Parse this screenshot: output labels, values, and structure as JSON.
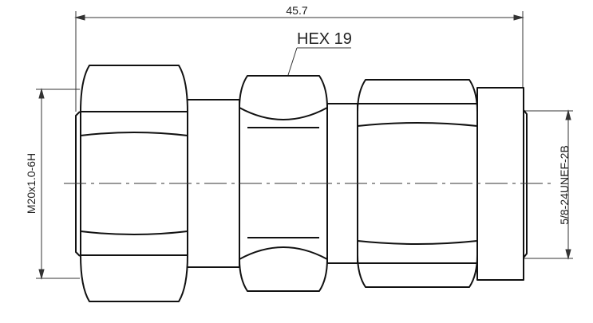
{
  "drawing": {
    "overall_length": "45.7",
    "hex_callout": "HEX 19",
    "left_thread": "M20x1.0-6H",
    "right_thread": "5/8-24UNEF-2B"
  },
  "colors": {
    "line": "#111111",
    "dim_line": "#333333",
    "background": "#ffffff"
  }
}
